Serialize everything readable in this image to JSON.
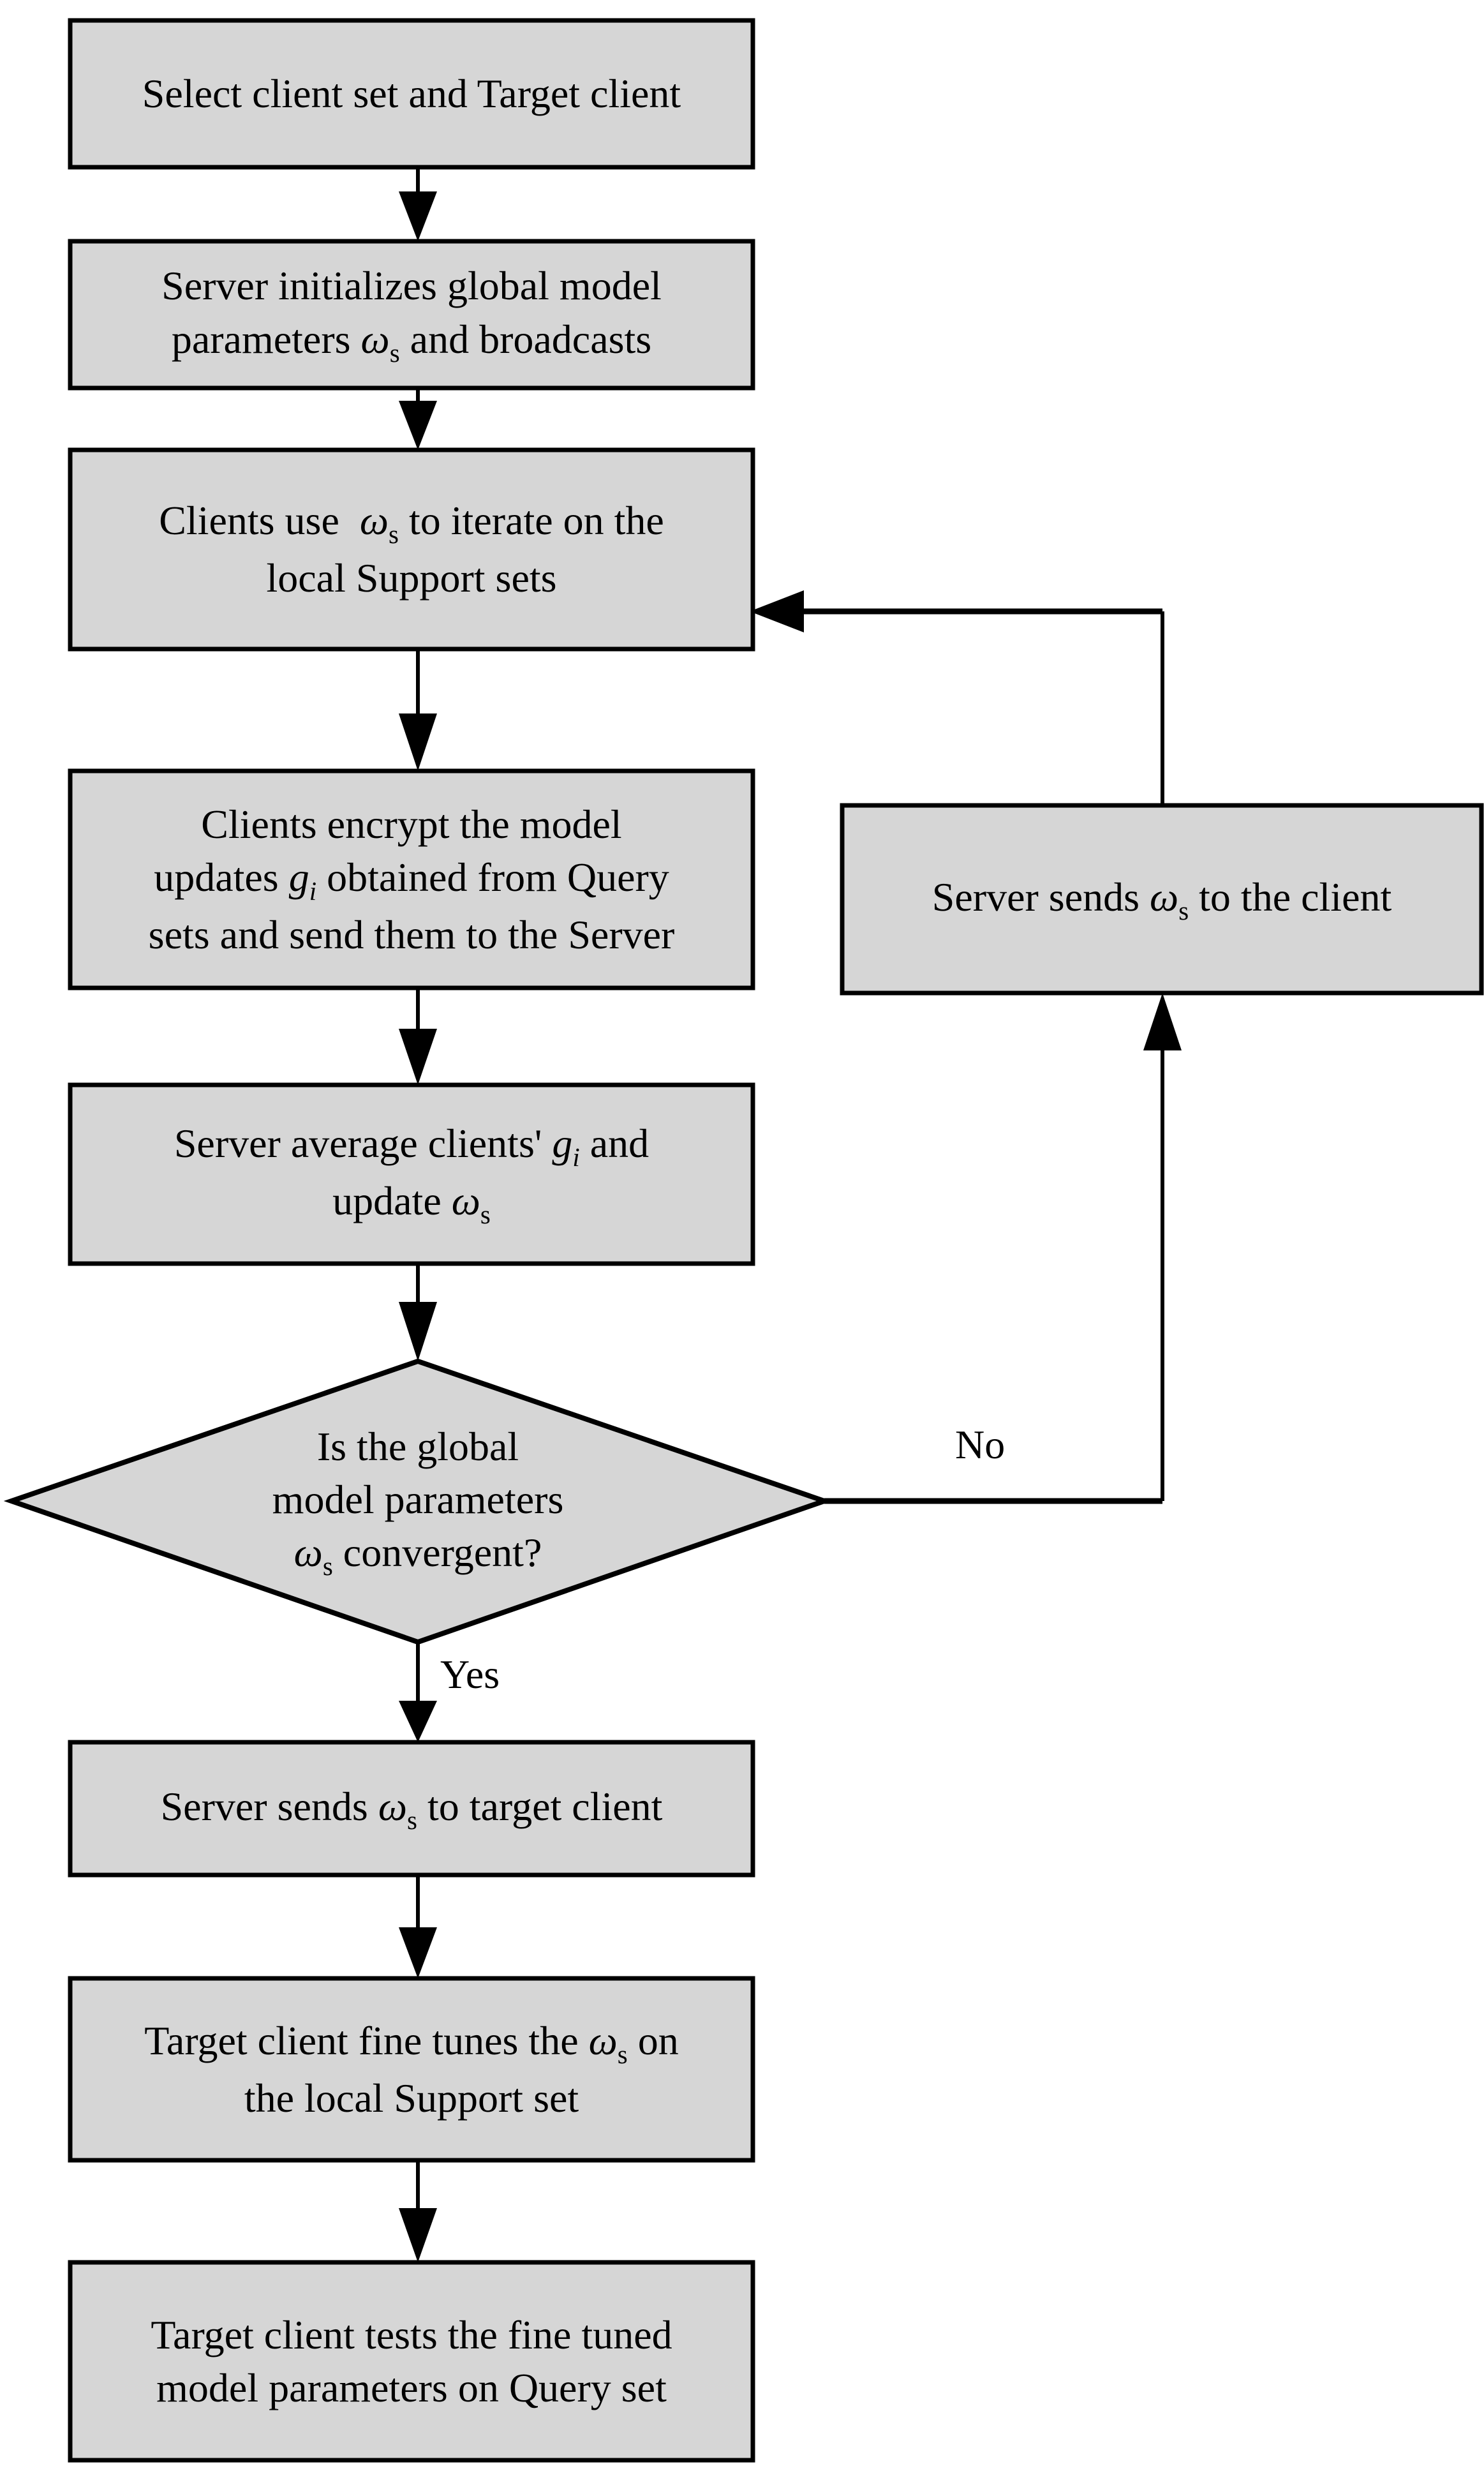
{
  "diagram": {
    "title": "Federated few-shot learning workflow flowchart",
    "background_color": "#ffffff",
    "node_fill_color": "#d6d6d6",
    "node_stroke_color": "#000000",
    "nodes": [
      {
        "id": "select-clients",
        "shape": "process",
        "lines": [
          "Select client set and Target client"
        ]
      },
      {
        "id": "server-init",
        "shape": "process",
        "lines": [
          "Server initializes global model",
          "parameters ωs and broadcasts"
        ]
      },
      {
        "id": "clients-iterate",
        "shape": "process",
        "lines": [
          "Clients use  ωs to iterate on the",
          "local Support sets"
        ]
      },
      {
        "id": "clients-encrypt",
        "shape": "process",
        "lines": [
          "Clients encrypt the model",
          "updates gi obtained from Query",
          "sets and send them to the Server"
        ]
      },
      {
        "id": "server-average",
        "shape": "process",
        "lines": [
          "Server average clients' gi and",
          "update ωs"
        ]
      },
      {
        "id": "convergence-check",
        "shape": "decision",
        "lines": [
          "Is the global",
          "model parameters",
          "ωs convergent?"
        ]
      },
      {
        "id": "server-send-client",
        "shape": "process",
        "lines": [
          "Server sends ωs to the client"
        ]
      },
      {
        "id": "server-send-target",
        "shape": "process",
        "lines": [
          "Server sends ωs to target client"
        ]
      },
      {
        "id": "target-finetune",
        "shape": "process",
        "lines": [
          "Target client fine tunes the ωs on",
          "the local Support set"
        ]
      },
      {
        "id": "target-test",
        "shape": "process",
        "lines": [
          "Target client tests the fine tuned",
          "model parameters on Query set"
        ]
      }
    ],
    "edge_labels": {
      "no": "No",
      "yes": "Yes"
    },
    "edges": [
      {
        "from": "select-clients",
        "to": "server-init",
        "label": ""
      },
      {
        "from": "server-init",
        "to": "clients-iterate",
        "label": ""
      },
      {
        "from": "clients-iterate",
        "to": "clients-encrypt",
        "label": ""
      },
      {
        "from": "clients-encrypt",
        "to": "server-average",
        "label": ""
      },
      {
        "from": "server-average",
        "to": "convergence-check",
        "label": ""
      },
      {
        "from": "convergence-check",
        "to": "server-send-client",
        "label": "No"
      },
      {
        "from": "server-send-client",
        "to": "clients-iterate",
        "label": ""
      },
      {
        "from": "convergence-check",
        "to": "server-send-target",
        "label": "Yes"
      },
      {
        "from": "server-send-target",
        "to": "target-finetune",
        "label": ""
      },
      {
        "from": "target-finetune",
        "to": "target-test",
        "label": ""
      }
    ]
  }
}
